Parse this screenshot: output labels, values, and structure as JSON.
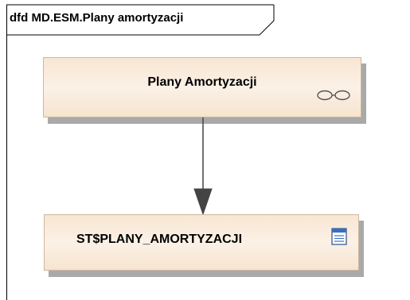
{
  "diagram": {
    "frame_title": "dfd MD.ESM.Plany amortyzacji",
    "nodes": [
      {
        "label": "Plany Amortyzacji",
        "icon": "link-icon"
      },
      {
        "label": "ST$PLANY_AMORTYZACJI",
        "icon": "table-icon"
      }
    ],
    "edge": {
      "from": "Plany Amortyzacji",
      "to": "ST$PLANY_AMORTYZACJI",
      "style": "filled-triangle-arrow"
    },
    "colors": {
      "node_fill": "#f8e6d2",
      "node_border": "#cdb79e",
      "shadow": "#a9a9a9",
      "arrow": "#444444"
    }
  }
}
